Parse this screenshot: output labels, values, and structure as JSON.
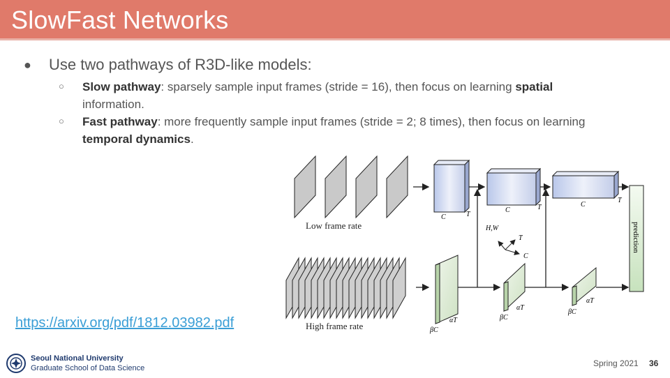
{
  "slide": {
    "title": "SlowFast Networks",
    "bullet": "Use two pathways of R3D-like models:",
    "sub1": {
      "bold": "Slow pathway",
      "text1": ": sparsely sample input frames (stride = 16), then focus on learning ",
      "bold2": "spatial",
      "text2": "information."
    },
    "sub2": {
      "bold": "Fast pathway",
      "text1": ": more frequently sample input frames (stride = 2; 8 times), then focus on learning ",
      "bold2": "temporal dynamics",
      "text2": "."
    },
    "link": "https://arxiv.org/pdf/1812.03982.pdf"
  },
  "diagram": {
    "low_label": "Low frame rate",
    "high_label": "High frame rate",
    "prediction": "prediction",
    "axes": {
      "hw": "H,W",
      "t": "T",
      "c": "C"
    },
    "slow_labels": {
      "c": "C",
      "t": "T"
    },
    "fast_labels": {
      "bc": "βC",
      "at": "αT"
    }
  },
  "footer": {
    "university": "Seoul National University",
    "school": "Graduate School of Data Science",
    "term": "Spring 2021",
    "page": "36"
  },
  "colors": {
    "title_bar": "#e07a6a",
    "link": "#3a9ed6",
    "slow_block": "#c9d4ee",
    "fast_block": "#d9e8cf",
    "prediction": "#d6ead0"
  }
}
